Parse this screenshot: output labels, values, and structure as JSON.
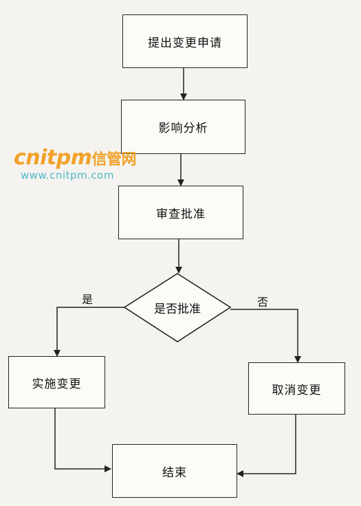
{
  "nodes": {
    "submit": "提出变更申请",
    "impact": "影响分析",
    "review": "审查批准",
    "decision": "是否批准",
    "implement": "实施变更",
    "cancel": "取消变更",
    "end": "结束"
  },
  "edges": {
    "yes": "是",
    "no": "否"
  },
  "watermark": {
    "brand": "cnitpm",
    "brand_cn": "信管网",
    "url": "www.cnitpm.com"
  },
  "colors": {
    "watermark_brand": "#f2a12a",
    "watermark_url": "#4fb7c8"
  }
}
